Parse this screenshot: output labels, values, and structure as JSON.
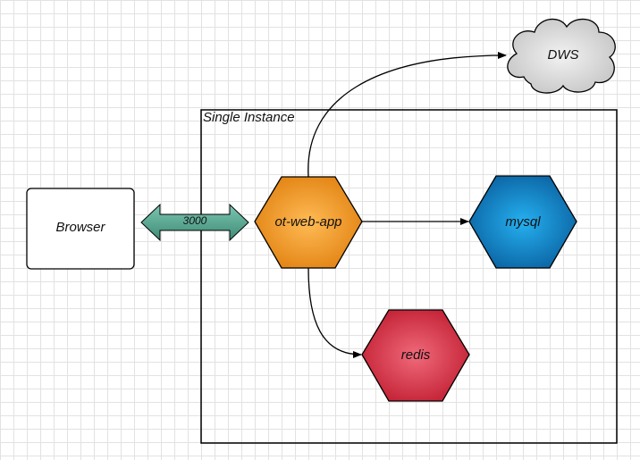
{
  "diagram": {
    "container": {
      "label": "Single Instance"
    },
    "nodes": {
      "browser": {
        "label": "Browser",
        "shape": "rounded-rectangle"
      },
      "web_app": {
        "label": "ot-web-app",
        "shape": "hexagon",
        "color": "#f0901e"
      },
      "mysql": {
        "label": "mysql",
        "shape": "hexagon",
        "color": "#0f73b8"
      },
      "redis": {
        "label": "redis",
        "shape": "hexagon",
        "color": "#d9283c"
      },
      "dws": {
        "label": "DWS",
        "shape": "cloud",
        "color": "#d6d6d6"
      }
    },
    "edges": {
      "browser_web_app": {
        "label": "3000",
        "style": "double-arrow",
        "color": "#4fa08a"
      },
      "web_app_dws": {
        "label": ""
      },
      "web_app_mysql": {
        "label": ""
      },
      "web_app_redis": {
        "label": ""
      }
    }
  }
}
